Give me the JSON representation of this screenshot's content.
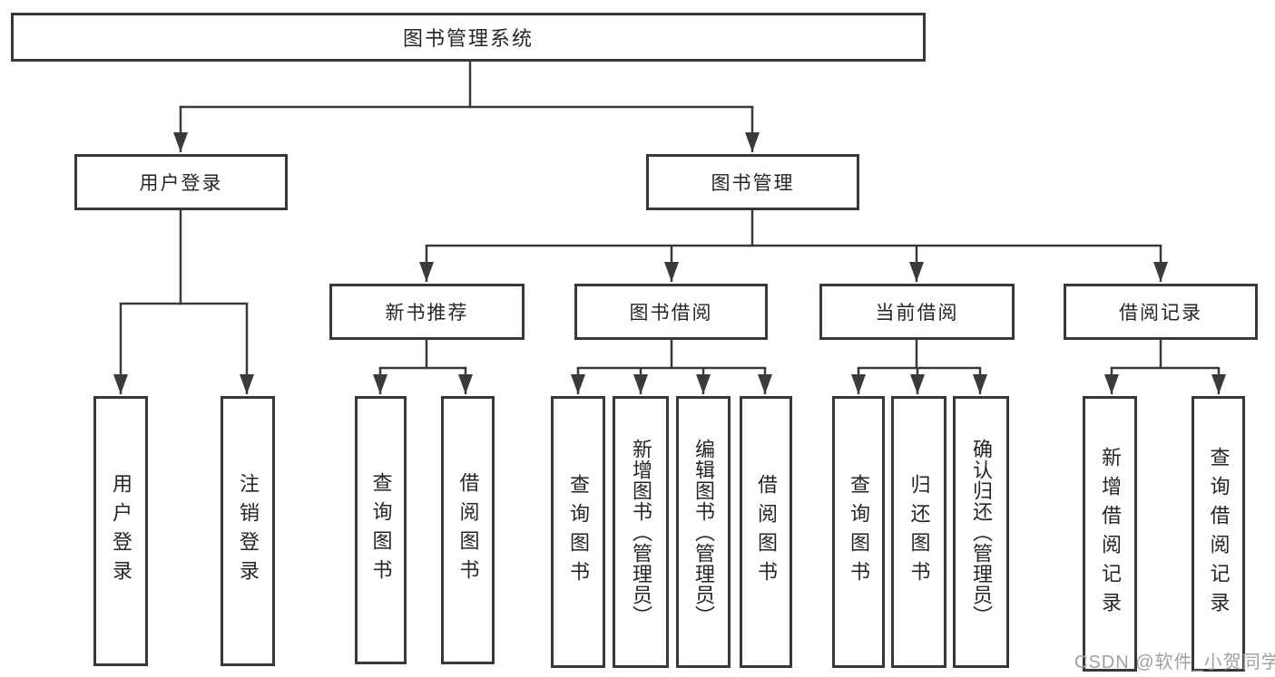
{
  "diagram": {
    "type": "hierarchy-tree",
    "title": "图书管理系统"
  },
  "colors": {
    "line": "#3a3a3a",
    "box_border": "#383838",
    "box_fill": "#ffffff",
    "text": "#262626",
    "watermark": "#a0a0a0",
    "background": "#ffffff"
  },
  "nodes": {
    "root": "图书管理系统",
    "user_login": "用户登录",
    "book_mgmt": "图书管理",
    "new_books": "新书推荐",
    "book_borrow": "图书借阅",
    "current_borrow": "当前借阅",
    "borrow_records": "借阅记录"
  },
  "leaves": {
    "user_login": [
      "用户登录",
      "注销登录"
    ],
    "new_books": [
      "查询图书",
      "借阅图书"
    ],
    "book_borrow": [
      "查询图书",
      "新增图书（管理员）",
      "编辑图书（管理员）",
      "借阅图书"
    ],
    "current_borrow": [
      "查询图书",
      "归还图书",
      "确认归还（管理员）"
    ],
    "borrow_records": [
      "新增借阅记录",
      "查询借阅记录"
    ]
  },
  "watermark": "CSDN @软件_小贺同学"
}
